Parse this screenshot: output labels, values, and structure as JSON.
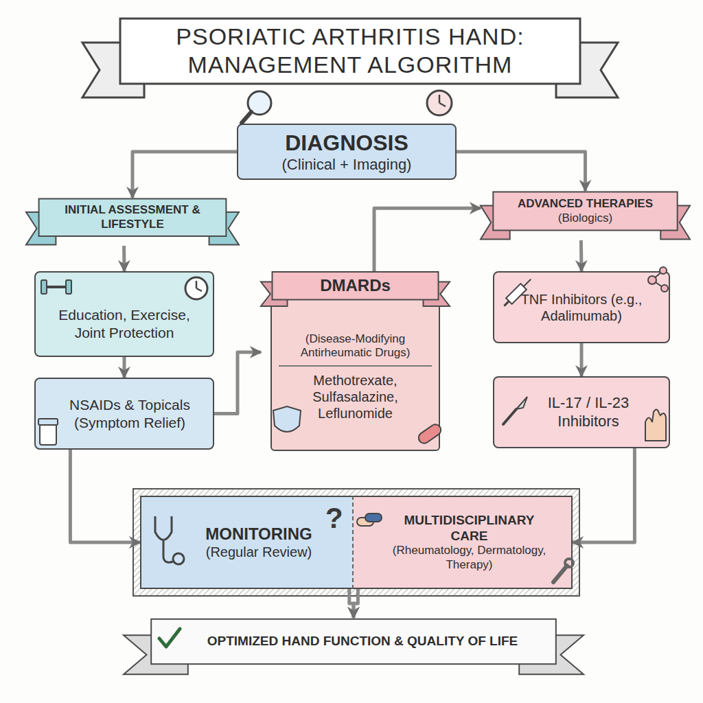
{
  "diagram": {
    "title": "PSORIATIC ARTHRITIS HAND: MANAGEMENT ALGORITHM",
    "nodes": [
      {
        "text": [
          "DIAGNOSIS",
          "(Clinical + Imaging)"
        ]
      },
      {
        "text": [
          "INITIAL ASSESSMENT & LIFESTYLE"
        ]
      },
      {
        "text": [
          "ADVANCED THERAPIES",
          "(Biologics)"
        ]
      },
      {
        "text": [
          "Education, Exercise, Joint Protection"
        ]
      },
      {
        "text": [
          "DMARDs",
          "(Disease-Modifying Antirheumatic Drugs)",
          "Methotrexate, Sulfasalazine, Leflunomide"
        ]
      },
      {
        "text": [
          "TNF Inhibitors (e.g., Adalimumab)"
        ]
      },
      {
        "text": [
          "NSAIDs & Topicals",
          "(Symptom Relief)"
        ]
      },
      {
        "text": [
          "IL-17 / IL-23 Inhibitors"
        ]
      },
      {
        "text": [
          "MONITORING",
          "(Regular Review)"
        ]
      },
      {
        "text": [
          "MULTIDISCIPLINARY CARE",
          "(Rheumatology, Dermatology, Therapy)"
        ]
      },
      {
        "text": [
          "OPTIMIZED HAND FUNCTION & QUALITY OF LIFE"
        ]
      }
    ],
    "edges": [
      {
        "from": 0,
        "to": 1,
        "arrow": "to"
      },
      {
        "from": 0,
        "to": 2,
        "arrow": "to"
      },
      {
        "from": 1,
        "to": 3,
        "arrow": "to"
      },
      {
        "from": 3,
        "to": 6,
        "arrow": "to"
      },
      {
        "from": 6,
        "to": 4,
        "arrow": "to"
      },
      {
        "from": 4,
        "to": 2,
        "arrow": "to"
      },
      {
        "from": 2,
        "to": 5,
        "arrow": "to"
      },
      {
        "from": 5,
        "to": 7,
        "arrow": "to"
      },
      {
        "from": 6,
        "to": 8,
        "arrow": "to"
      },
      {
        "from": 7,
        "to": 9,
        "arrow": "to"
      },
      {
        "from": 8,
        "to": 10,
        "arrow": "to"
      },
      {
        "from": 9,
        "to": 10,
        "arrow": "to"
      }
    ],
    "labels": [
      "?"
    ]
  }
}
